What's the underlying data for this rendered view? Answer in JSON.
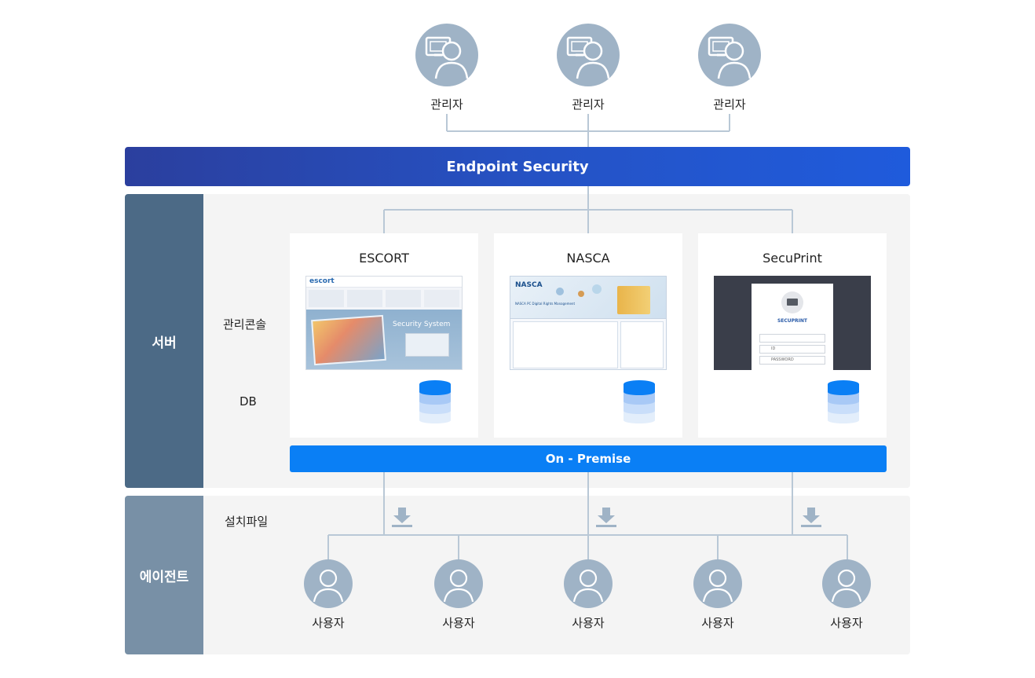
{
  "admins": [
    {
      "label": "관리자"
    },
    {
      "label": "관리자"
    },
    {
      "label": "관리자"
    }
  ],
  "endpoint_bar": {
    "title": "Endpoint Security"
  },
  "server": {
    "side_label": "서버",
    "row_labels": {
      "console": "관리콘솔",
      "db": "DB"
    },
    "products": [
      {
        "name": "ESCORT",
        "screenshot_text": "Security System",
        "logo_text": "escort"
      },
      {
        "name": "NASCA",
        "logo_text": "NASCA",
        "subtitle": "NASCA PC Digital Rights Management"
      },
      {
        "name": "SecuPrint",
        "logo_text": "SECUPRINT",
        "field_id": "ID",
        "field_password": "PASSWORD"
      }
    ],
    "on_premise": "On - Premise"
  },
  "agent": {
    "side_label": "에이전트",
    "row_label": "설치파일",
    "users": [
      {
        "label": "사용자"
      },
      {
        "label": "사용자"
      },
      {
        "label": "사용자"
      },
      {
        "label": "사용자"
      },
      {
        "label": "사용자"
      }
    ]
  },
  "colors": {
    "endpoint_bar": "#2553c6",
    "server_side": "#4c6a86",
    "agent_side": "#7890a6",
    "on_premise": "#0a7ff5",
    "avatar": "#9fb3c6",
    "connector": "#b9c8d6",
    "db_icon": "#0a7ff5"
  }
}
